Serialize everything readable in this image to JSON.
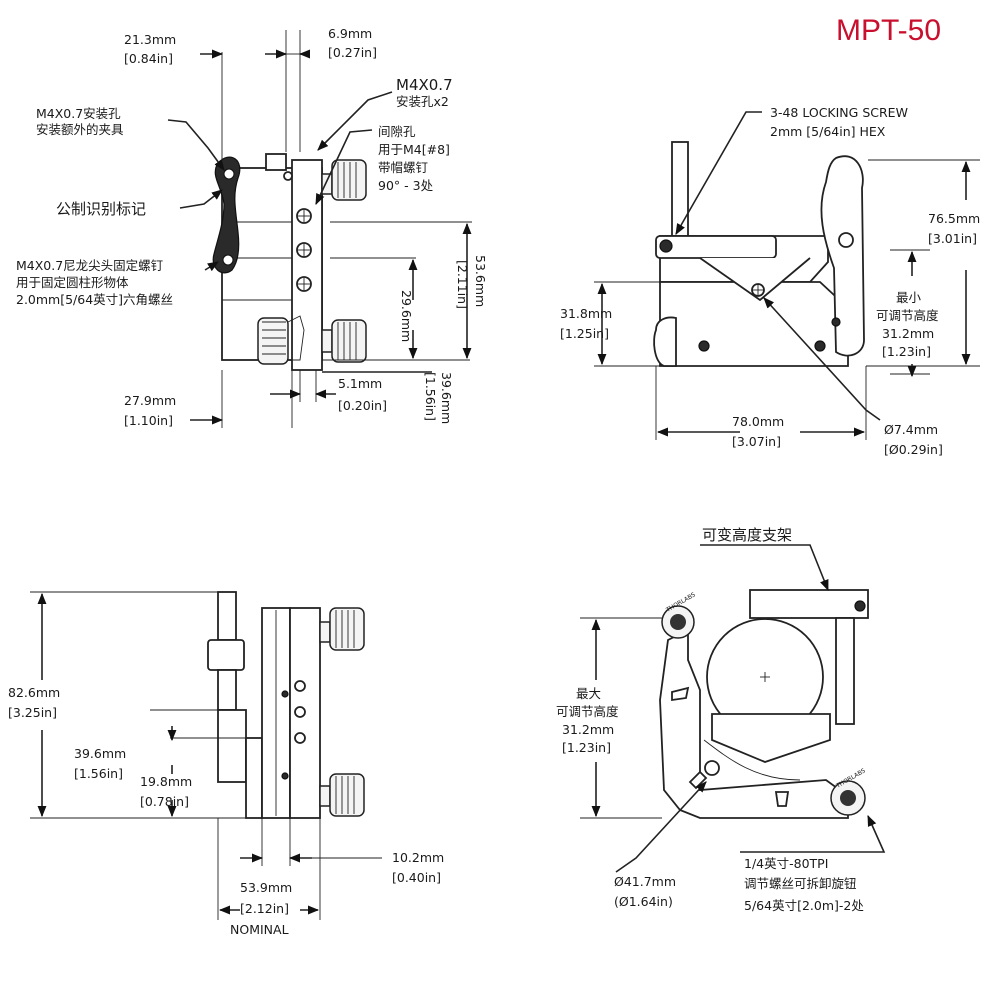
{
  "model": "MPT-50",
  "view_top": {
    "dim_21_3": "21.3mm",
    "dim_21_3_in": "[0.84in]",
    "dim_6_9": "6.9mm",
    "dim_6_9_in": "[0.27in]",
    "m4_holes_a": "M4X0.7",
    "m4_holes_b": "安装孔x2",
    "m4_clamp_a": "M4X0.7安装孔",
    "m4_clamp_b": "安装额外的夹具",
    "clearance_a": "间隙孔",
    "clearance_b": "用于M4[#8]",
    "clearance_c": "带帽螺钉",
    "clearance_d": "90° - 3处",
    "metric_mark": "公制识别标记",
    "setscrew_a": "M4X0.7尼龙尖头固定螺钉",
    "setscrew_b": "用于固定圆柱形物体",
    "setscrew_c": "2.0mm[5/64英寸]六角螺丝",
    "dim_53_6": "53.6mm",
    "dim_53_6_in": "[2.11in]",
    "dim_29_6": "29.6mm",
    "dim_39_6": "39.6mm",
    "dim_39_6_in": "[1.56in]",
    "dim_27_9": "27.9mm",
    "dim_27_9_in": "[1.10in]",
    "dim_5_1": "5.1mm",
    "dim_5_1_in": "[0.20in]"
  },
  "view_front": {
    "lock_a": "3-48 LOCKING SCREW",
    "lock_b": "2mm [5/64in] HEX",
    "dim_76_5": "76.5mm",
    "dim_76_5_in": "[3.01in]",
    "dim_31_8": "31.8mm",
    "dim_31_8_in": "[1.25in]",
    "min_a": "最小",
    "min_b": "可调节高度",
    "min_c": "31.2mm",
    "min_d": "[1.23in]",
    "dim_78_0": "78.0mm",
    "dim_78_0_in": "[3.07in]",
    "dim_d7_4": "Ø7.4mm",
    "dim_d7_4_in": "[Ø0.29in]"
  },
  "view_side": {
    "dim_82_6": "82.6mm",
    "dim_82_6_in": "[3.25in]",
    "dim_39_6": "39.6mm",
    "dim_39_6_in": "[1.56in]",
    "dim_19_8": "19.8mm",
    "dim_19_8_in": "[0.78in]",
    "dim_10_2": "10.2mm",
    "dim_10_2_in": "[0.40in]",
    "dim_53_9": "53.9mm",
    "dim_53_9_in": "[2.12in]",
    "nominal": "NOMINAL"
  },
  "view_rear": {
    "bracket": "可变高度支架",
    "max_a": "最大",
    "max_b": "可调节高度",
    "max_c": "31.2mm",
    "max_d": "[1.23in]",
    "dim_d41_7": "Ø41.7mm",
    "dim_d41_7_in": "(Ø1.64in)",
    "knob_a": "1/4英寸-80TPI",
    "knob_b": "调节螺丝可拆卸旋钮",
    "knob_c": "5/64英寸[2.0m]-2处",
    "brand_logo": "THORLABS"
  }
}
